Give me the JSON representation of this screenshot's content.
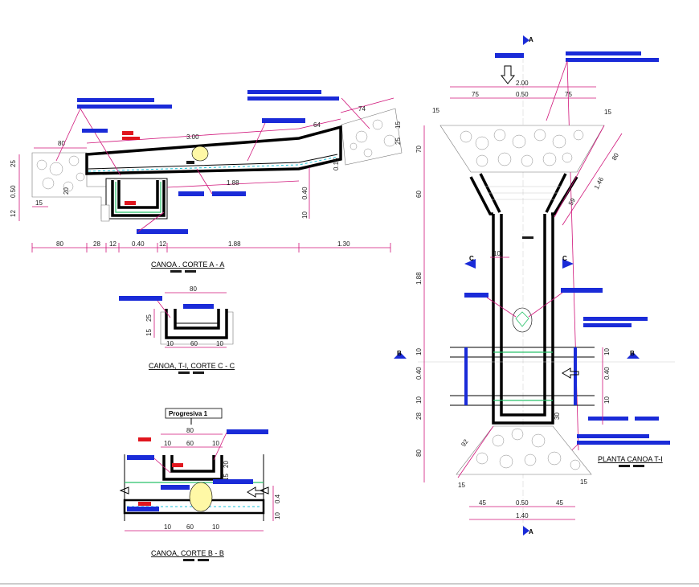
{
  "sections": {
    "aa": {
      "title": "CANOA . CORTE A - A"
    },
    "cc": {
      "title": "CANOA, T-I, CORTE C - C"
    },
    "bb": {
      "title": "CANOA, CORTE B - B",
      "progresiva": "Progresiva 1"
    },
    "plan": {
      "title": "PLANTA CANOA T-I"
    }
  },
  "markers": {
    "a": "A",
    "b": "B",
    "c": "C"
  },
  "dims_aa": {
    "bottom": [
      "80",
      "28",
      "12",
      "0.40",
      "12",
      "1.88",
      "1.30"
    ],
    "top": [
      "3.00",
      "64",
      "74",
      "80"
    ],
    "inner": [
      "1.88"
    ],
    "left": [
      "25",
      "0.50",
      "12",
      "15",
      "20"
    ],
    "right": [
      "0.40",
      "10",
      "15",
      "25",
      "0.15"
    ]
  },
  "dims_cc": {
    "top": "80",
    "bottom": [
      "10",
      "60",
      "10"
    ],
    "left": [
      "25",
      "15"
    ]
  },
  "dims_bb": {
    "top": [
      "80",
      "10",
      "60",
      "10"
    ],
    "bottom": [
      "10",
      "60",
      "10"
    ],
    "right": [
      "20",
      "15"
    ],
    "far": [
      "0.4",
      "10"
    ]
  },
  "dims_plan": {
    "top": "2.00",
    "top_sub": [
      "75",
      "0.50",
      "75"
    ],
    "top_sides": [
      "15",
      "15"
    ],
    "left": [
      "70",
      "60",
      "1.88",
      "10",
      "0.40",
      "10",
      "28",
      "80"
    ],
    "right_diag": [
      "80",
      "1.46",
      "59"
    ],
    "right": [
      "10",
      "0.40",
      "10",
      "30"
    ],
    "mid": "10",
    "bottom_sides": [
      "92",
      "15",
      "15"
    ],
    "bottom_sub": [
      "45",
      "0.50",
      "45"
    ],
    "bottom": "1.40"
  },
  "colors": {
    "annotation": "#1a2bd8",
    "leader": "#d0157a",
    "rebar": "#e0161e",
    "water": "#19c3d8",
    "steel": "#29c26a"
  }
}
